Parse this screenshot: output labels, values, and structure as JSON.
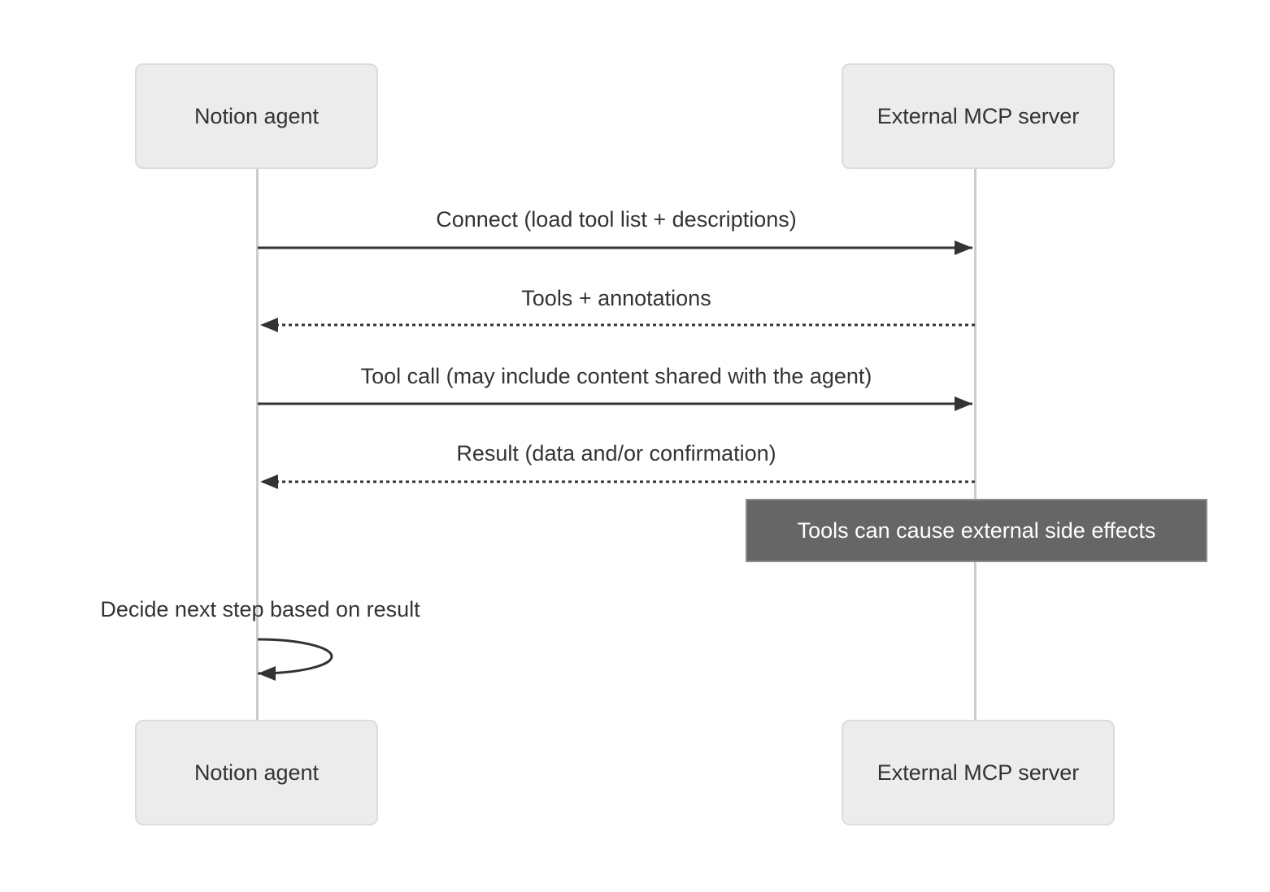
{
  "diagram": {
    "type": "sequence-diagram",
    "actors": [
      {
        "id": "notion-agent",
        "label": "Notion agent"
      },
      {
        "id": "external-mcp-server",
        "label": "External MCP server"
      }
    ],
    "messages": [
      {
        "from": "notion-agent",
        "to": "external-mcp-server",
        "style": "solid-arrow",
        "label": "Connect (load tool list + descriptions)"
      },
      {
        "from": "external-mcp-server",
        "to": "notion-agent",
        "style": "dashed-arrow",
        "label": "Tools + annotations"
      },
      {
        "from": "notion-agent",
        "to": "external-mcp-server",
        "style": "solid-arrow",
        "label": "Tool call (may include content shared with the agent)"
      },
      {
        "from": "external-mcp-server",
        "to": "notion-agent",
        "style": "dashed-arrow",
        "label": "Result (data and/or confirmation)"
      },
      {
        "from": "notion-agent",
        "to": "notion-agent",
        "style": "self-loop",
        "label": "Decide next step based on result"
      }
    ],
    "note": {
      "over": "external-mcp-server",
      "label": "Tools can cause external side effects"
    },
    "colors": {
      "background": "#ffffff",
      "actor_fill": "#ececec",
      "actor_border": "#dcdcdc",
      "text": "#333333",
      "line": "#333333",
      "lifeline": "#cccccc",
      "note_fill": "#666666",
      "note_border": "#8c8c8c",
      "note_text": "#ffffff"
    }
  }
}
